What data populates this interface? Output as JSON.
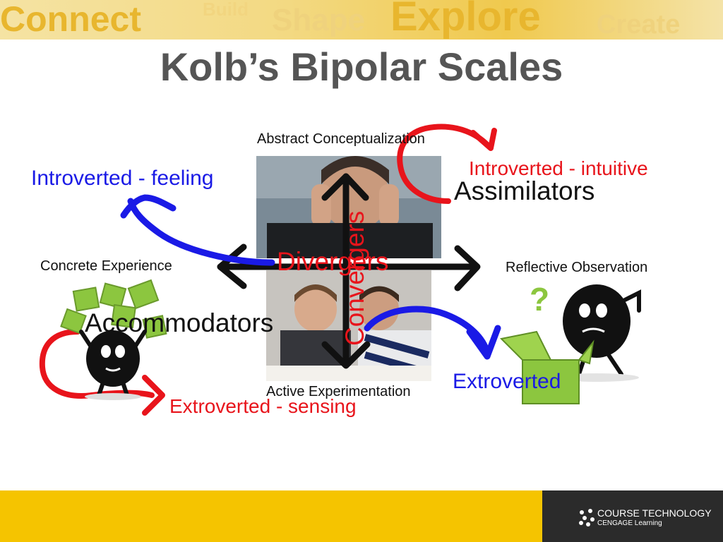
{
  "banner": {
    "words": [
      "Connect",
      "Build",
      "Shape",
      "Explore",
      "Create"
    ]
  },
  "title": "Kolb’s Bipolar Scales",
  "axes": {
    "top": "Abstract Conceptualization",
    "left": "Concrete Experience",
    "right": "Reflective Observation",
    "bottom": "Active Experimentation"
  },
  "styles": {
    "assimilators": "Assimilators",
    "accommodators": "Accommodators",
    "divergers": "Divergers",
    "convergers": "Convergers"
  },
  "annotations": {
    "introverted_feeling": "Introverted - feeling",
    "introverted_intuitive": "Introverted - intuitive",
    "extroverted_sensing": "Extroverted - sensing",
    "extroverted": "Extroverted"
  },
  "footer": {
    "brand": "COURSE TECHNOLOGY",
    "sub": "CENGAGE Learning"
  },
  "colors": {
    "annotation_red": "#e8141b",
    "annotation_blue": "#1a1ae6",
    "footer_yellow": "#f5c400",
    "footer_dark": "#2b2b2b",
    "title_gray": "#555555",
    "cube_green": "#8cc63f"
  }
}
